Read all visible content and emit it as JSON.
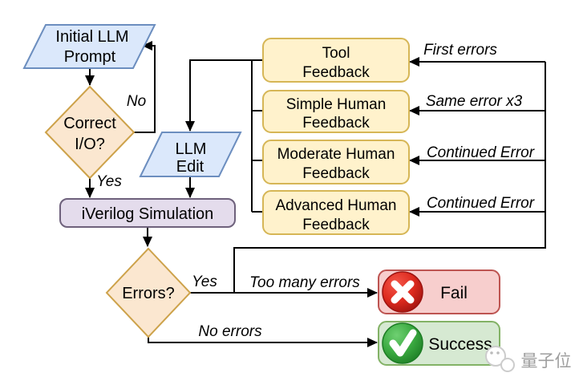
{
  "diagram": {
    "title_hint": "LLM Verilog feedback flowchart",
    "nodes": {
      "initial_prompt": {
        "line1": "Initial LLM",
        "line2": "Prompt"
      },
      "correct_io": {
        "line1": "Correct",
        "line2": "I/O?"
      },
      "llm_edit": {
        "line1": "LLM",
        "line2": "Edit"
      },
      "iverilog": {
        "label": "iVerilog Simulation"
      },
      "errors": {
        "label": "Errors?"
      },
      "tool_feedback": {
        "line1": "Tool",
        "line2": "Feedback"
      },
      "simple_feedback": {
        "line1": "Simple Human",
        "line2": "Feedback"
      },
      "moderate_feedback": {
        "line1": "Moderate Human",
        "line2": "Feedback"
      },
      "advanced_feedback": {
        "line1": "Advanced Human",
        "line2": "Feedback"
      },
      "fail": {
        "label": "Fail"
      },
      "success": {
        "label": "Success"
      }
    },
    "edge_labels": {
      "no": "No",
      "yes_io": "Yes",
      "yes_errors": "Yes",
      "too_many_errors": "Too many errors",
      "no_errors": "No errors",
      "first_errors": "First errors",
      "same_error_x3": "Same error x3",
      "continued_error_moderate": "Continued Error",
      "continued_error_advanced": "Continued Error"
    },
    "colors": {
      "process_blue_fill": "#dbe8fb",
      "process_blue_stroke": "#6c8ebf",
      "decision_orange_fill": "#fbe7d0",
      "decision_orange_stroke": "#cda24a",
      "simulation_purple_fill": "#e4dcec",
      "simulation_purple_stroke": "#6e617c",
      "feedback_yellow_fill": "#fff2cc",
      "feedback_yellow_stroke": "#d6b656",
      "fail_red_fill": "#f7cecd",
      "fail_red_stroke": "#bd5451",
      "success_green_fill": "#d6e9d2",
      "success_green_stroke": "#83b266",
      "fail_icon_red": "#d32420",
      "success_icon_green": "#3da544",
      "edge_black": "#000000",
      "watermark_gray": "#9e9e9e"
    },
    "icons": {
      "fail_icon": "x-circle-icon",
      "success_icon": "check-circle-icon",
      "watermark_icon": "qbitai-logo-icon"
    },
    "watermark": {
      "text": "量子位"
    }
  }
}
